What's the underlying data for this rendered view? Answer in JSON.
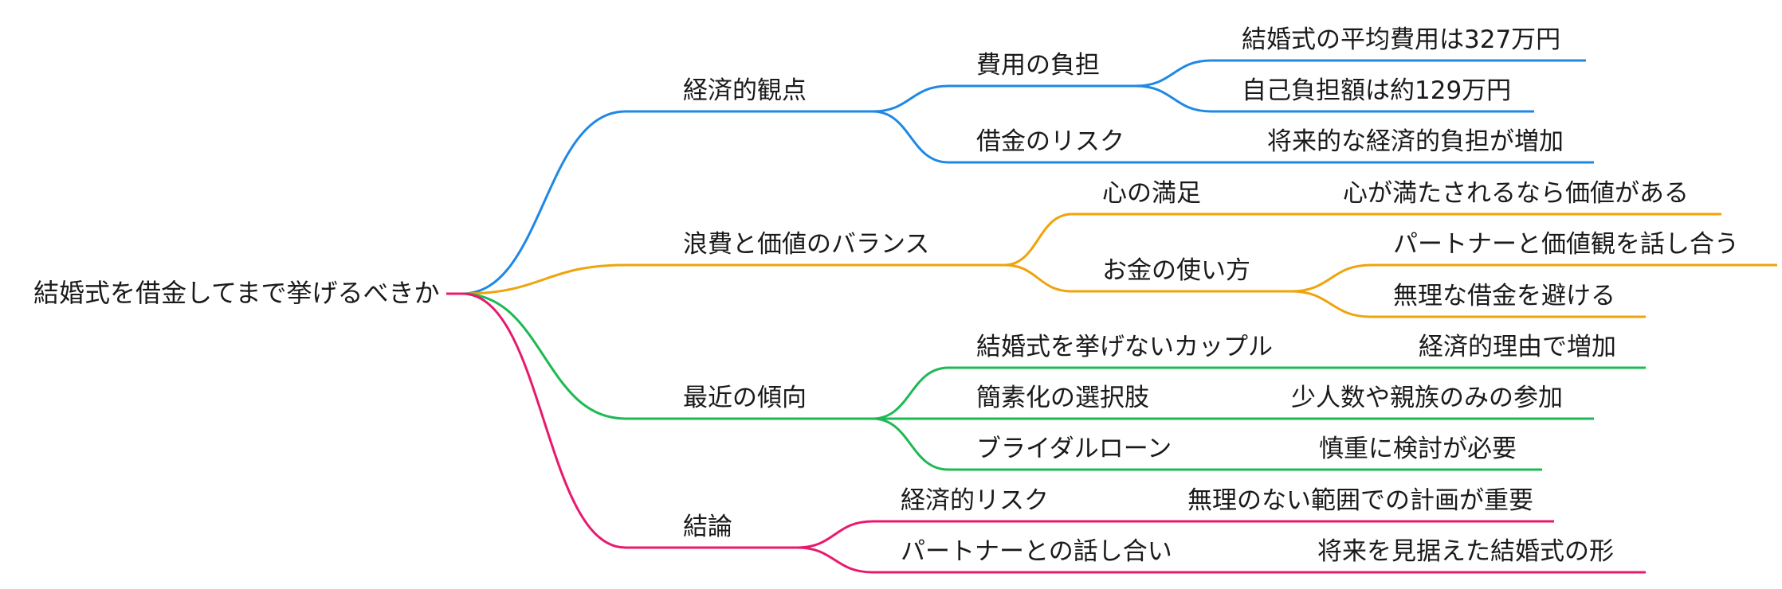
{
  "root": "結婚式を借金してまで挙げるべきか",
  "colors": {
    "economic": "#1e88e5",
    "balance": "#f0a30a",
    "trend": "#1db954",
    "conclusion": "#e8196e"
  },
  "branches": [
    {
      "label": "経済的観点",
      "color_key": "economic",
      "children": [
        {
          "label": "費用の負担",
          "children": [
            "結婚式の平均費用は327万円",
            "自己負担額は約129万円"
          ]
        },
        {
          "label": "借金のリスク",
          "children": [
            "将来的な経済的負担が増加"
          ]
        }
      ]
    },
    {
      "label": "浪費と価値のバランス",
      "color_key": "balance",
      "children": [
        {
          "label": "心の満足",
          "children": [
            "心が満たされるなら価値がある"
          ]
        },
        {
          "label": "お金の使い方",
          "children": [
            "パートナーと価値観を話し合う",
            "無理な借金を避ける"
          ]
        }
      ]
    },
    {
      "label": "最近の傾向",
      "color_key": "trend",
      "children": [
        {
          "label": "結婚式を挙げないカップル",
          "children": [
            "経済的理由で増加"
          ]
        },
        {
          "label": "簡素化の選択肢",
          "children": [
            "少人数や親族のみの参加"
          ]
        },
        {
          "label": "ブライダルローン",
          "children": [
            "慎重に検討が必要"
          ]
        }
      ]
    },
    {
      "label": "結論",
      "color_key": "conclusion",
      "children": [
        {
          "label": "経済的リスク",
          "children": [
            "無理のない範囲での計画が重要"
          ]
        },
        {
          "label": "パートナーとの話し合い",
          "children": [
            "将来を見据えた結婚式の形"
          ]
        }
      ]
    }
  ]
}
